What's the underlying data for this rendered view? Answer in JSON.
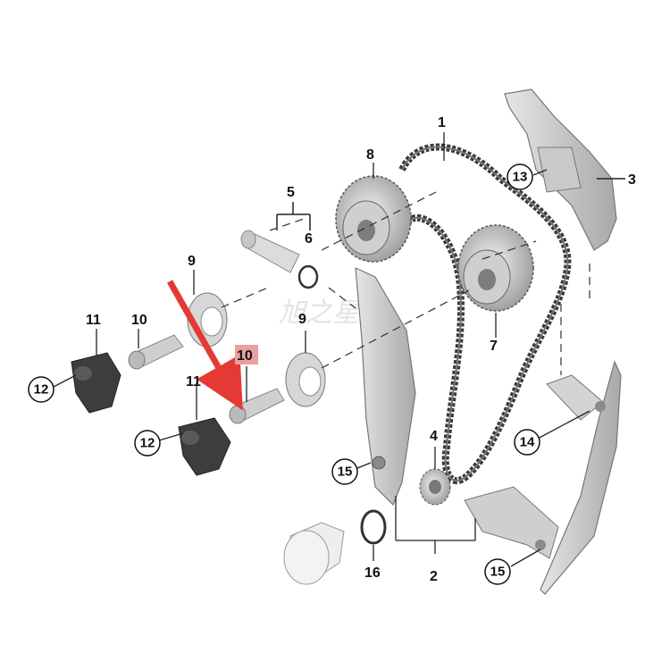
{
  "diagram": {
    "parts": {
      "chain": "1",
      "gear_rail": "2",
      "upper_guide": "3",
      "crank_sprocket": "4",
      "tensioner": "5",
      "seal_ring": "6",
      "exhaust_cam_sprocket": "7",
      "intake_cam_sprocket": "8",
      "trigger_wheel_lower": "9",
      "trigger_wheel_upper": "9",
      "bolt_upper": "10",
      "bolt_lower_highlighted": "10",
      "actuator_upper": "11",
      "actuator_lower": "11",
      "actuator_seal_upper": "12",
      "actuator_seal_lower": "12",
      "mount_bracket": "13",
      "tensioning_rail": "14",
      "guide_pin_left": "15",
      "guide_pin_right": "15",
      "oring_plug": "16"
    },
    "highlight": {
      "color": "#e53935",
      "label_bg": "#e8a0a0"
    },
    "watermark": "旭之星"
  }
}
